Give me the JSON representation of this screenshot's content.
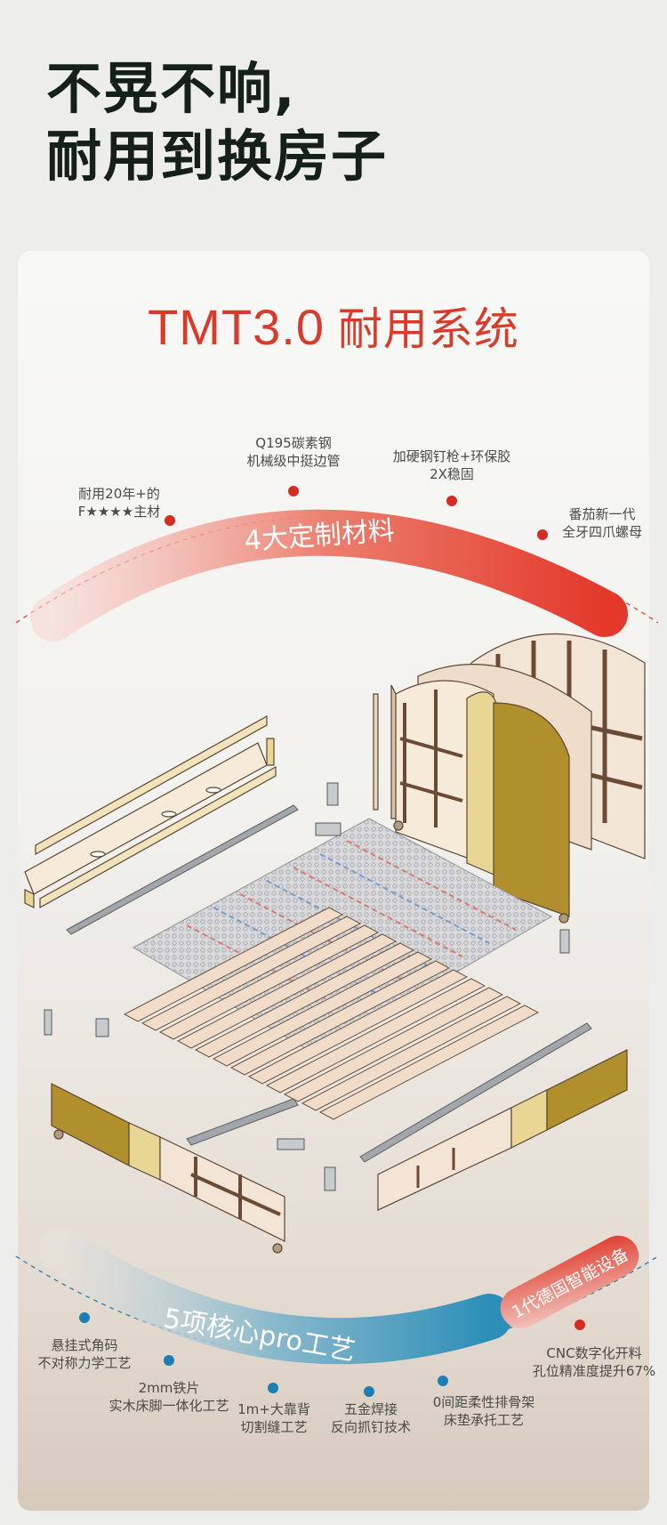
{
  "headline": {
    "line1": "不晃不响,",
    "line2": "耐用到换房子"
  },
  "card_title": {
    "brand": "TMT3.0",
    "rest": "耐用系统"
  },
  "materials_arc": {
    "label": "4大定制材料",
    "gradient": [
      "#f8d6d1",
      "#e3382a"
    ],
    "dot_color": "#d72c22",
    "items": [
      {
        "line1": "耐用20年+的",
        "line2": "F★★★★主材"
      },
      {
        "line1": "Q195碳素钢",
        "line2": "机械级中挺边管"
      },
      {
        "line1": "加硬钢钉枪+环保胶",
        "line2": "2X稳固"
      },
      {
        "line1": "番茄新一代",
        "line2": "全牙四爪螺母"
      }
    ]
  },
  "process_arc": {
    "label": "5项核心pro工艺",
    "gradient": [
      "#e7e2de",
      "#2d8fb8"
    ],
    "dot_color": "#1d7db4",
    "badge": "1代德国智能设备",
    "items": [
      {
        "line1": "悬挂式角码",
        "line2": "不对称力学工艺"
      },
      {
        "line1": "2mm铁片",
        "line2": "实木床脚一体化工艺"
      },
      {
        "line1": "1m+大靠背",
        "line2": "切割缝工艺"
      },
      {
        "line1": "五金焊接",
        "line2": "反向抓钉技术"
      },
      {
        "line1": "0间距柔性排骨架",
        "line2": "床垫承托工艺"
      },
      {
        "line1": "CNC数字化开料",
        "line2": "孔位精准度提升67%"
      }
    ]
  },
  "colors": {
    "accent_red": "#d93a2b",
    "accent_blue": "#1d7db4",
    "upholstery": "#b18f2c",
    "wood": "#efdcc9",
    "steel": "#8f9397"
  }
}
